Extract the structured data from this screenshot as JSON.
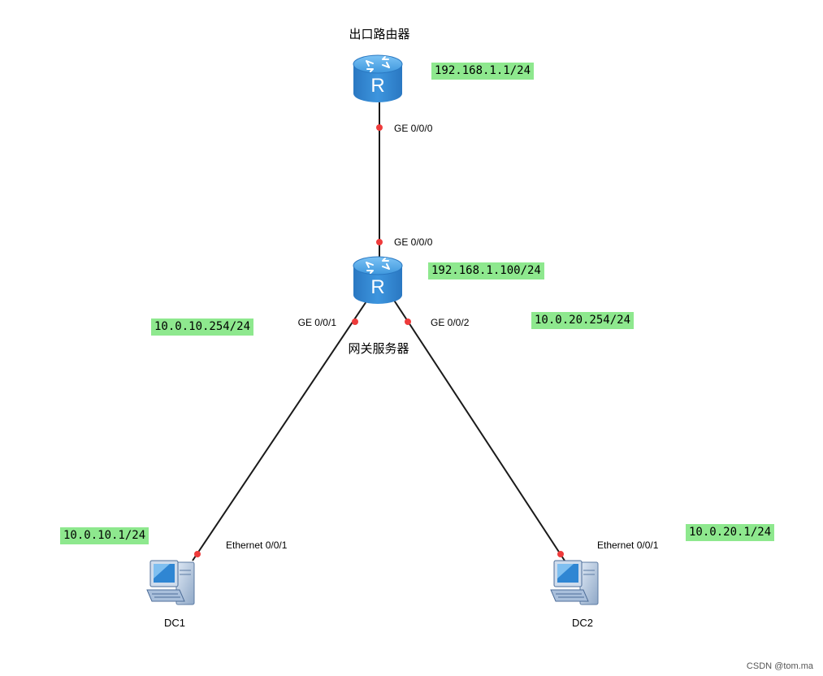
{
  "colors": {
    "ip_highlight": "#8ee88e",
    "port_dot": "#ee3b3b",
    "link": "#1a1a1a",
    "router_blue": "#2f86d3"
  },
  "devices": {
    "egress_router": {
      "title": "出口路由器",
      "icon": "router-icon"
    },
    "gateway": {
      "title": "网关服务器",
      "icon": "router-icon"
    },
    "dc1": {
      "title": "DC1",
      "icon": "pc-icon"
    },
    "dc2": {
      "title": "DC2",
      "icon": "pc-icon"
    }
  },
  "ports": {
    "egress_ge000": "GE 0/0/0",
    "gateway_ge000": "GE 0/0/0",
    "gateway_ge001": "GE 0/0/1",
    "gateway_ge002": "GE 0/0/2",
    "dc1_eth": "Ethernet 0/0/1",
    "dc2_eth": "Ethernet 0/0/1"
  },
  "ips": {
    "egress": "192.168.1.1/24",
    "gateway_uplink": "192.168.1.100/24",
    "gateway_vlan10": "10.0.10.254/24",
    "gateway_vlan20": "10.0.20.254/24",
    "dc1": "10.0.10.1/24",
    "dc2": "10.0.20.1/24"
  },
  "watermark": "CSDN @tom.ma"
}
